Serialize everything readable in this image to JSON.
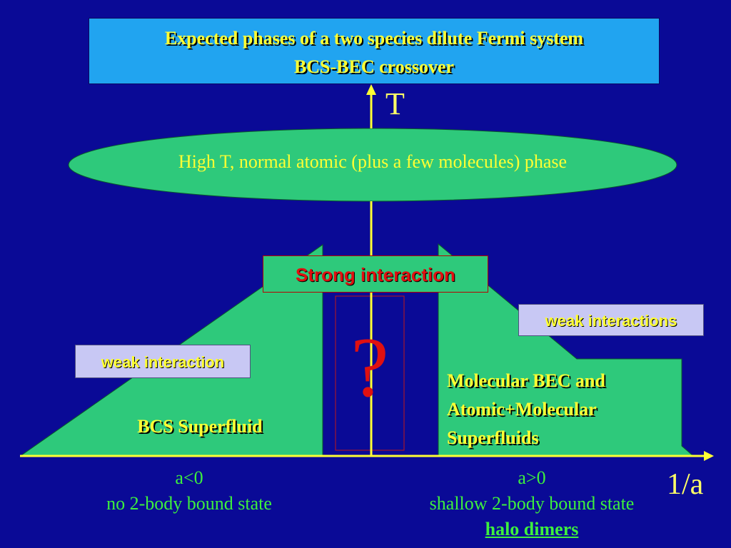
{
  "title": {
    "line1": "Expected phases of a two species dilute Fermi system",
    "line2": "BCS-BEC crossover"
  },
  "axes": {
    "y_label": "T",
    "x_label": "1/a"
  },
  "regions": {
    "high_t": "High T, normal atomic (plus a few molecules) phase",
    "strong": "Strong interaction",
    "weak_left": "weak interaction",
    "weak_right": "weak interactions",
    "unknown": "?",
    "bcs": "BCS Superfluid",
    "bec_line1": "Molecular BEC and",
    "bec_line2": "Atomic+Molecular",
    "bec_line3": "Superfluids"
  },
  "bottom": {
    "left_cond": "a<0",
    "left_desc": "no 2-body bound state",
    "right_cond": "a>0",
    "right_desc": "shallow 2-body bound state",
    "right_extra": "halo dimers"
  },
  "colors": {
    "background": "#0a0a96",
    "phase_green": "#2ec97b",
    "axis_yellow": "#ffff33",
    "title_box": "#21a4f0",
    "accent_red": "#e01010",
    "text_green": "#3df03d"
  }
}
